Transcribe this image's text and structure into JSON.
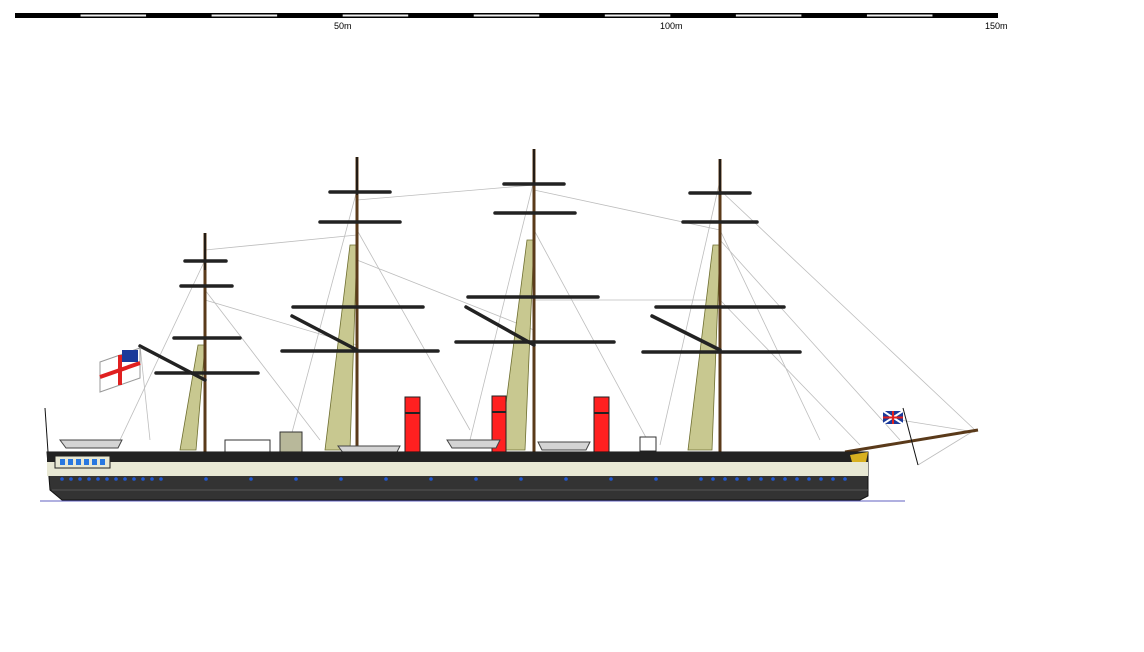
{
  "scale_bar": {
    "labels": [
      "50m",
      "100m",
      "150m"
    ],
    "total_m": 150,
    "segment_m": 10,
    "colors": {
      "dark": "#000000",
      "light": "#eeeeee"
    }
  },
  "ship": {
    "colors": {
      "hull": "#333333",
      "stripe": "#e8e8d4",
      "funnel": "#ff2020",
      "mast": "#5a3a1a",
      "yard": "#222222",
      "ratline": "#8a8a40",
      "rigging": "#b8b8b8",
      "waterline": "#6060c0"
    },
    "masts": 4,
    "funnels": 3,
    "flags": [
      "white-ensign-icon",
      "union-jack-icon"
    ]
  }
}
